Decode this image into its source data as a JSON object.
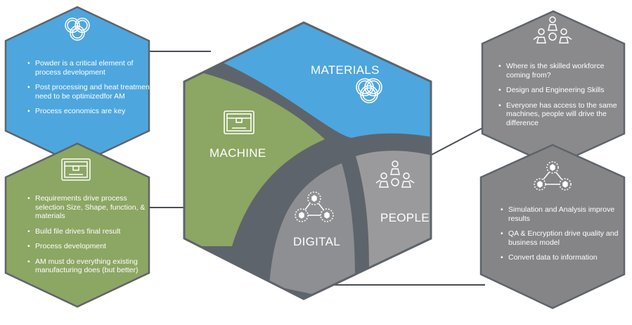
{
  "center": {
    "materials_label": "MATERIALS",
    "machine_label": "MACHINE",
    "people_label": "PEOPLE",
    "digital_label": "DIGITAL"
  },
  "materials_box": {
    "icon": "venn-circles-icon",
    "color": "#4EA6DE",
    "items": [
      "Powder is a critical element of process development",
      "Post processing and heat treatment need to be optimizedfor AM",
      "Process economics are key"
    ]
  },
  "machine_box": {
    "icon": "3d-printer-icon",
    "color": "#8CA663",
    "items": [
      "Requirements drive process selection Size, Shape, function, & materials",
      "Build file drives final result",
      "Process development",
      "AM must do everything existing manufacturing does (but better)"
    ]
  },
  "people_box": {
    "icon": "team-gear-icon",
    "color": "#8A8A8C",
    "items": [
      "Where is the skilled workforce coming from?",
      "Design and Engineering Skills",
      "Everyone has access to the same machines, people will drive the difference"
    ]
  },
  "digital_box": {
    "icon": "network-nodes-icon",
    "color": "#858587",
    "items": [
      "Simulation and Analysis improve results",
      "QA & Encryption drive quality and business model",
      "Convert data to information"
    ]
  },
  "colors": {
    "outline": "#5E646B",
    "connector": "#4A4F55",
    "digital_segment": "#8E8F92",
    "people_segment": "#9A9A9C"
  }
}
